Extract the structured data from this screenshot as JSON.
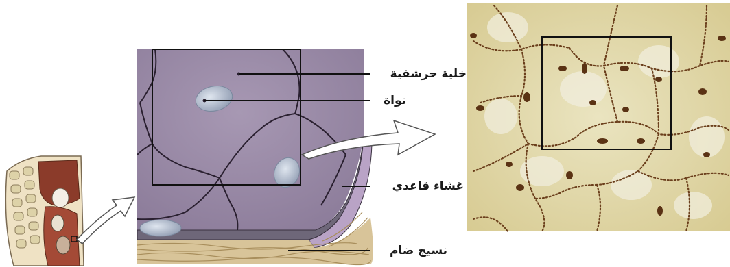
{
  "labels": {
    "squamous_cell": "خلية حرشفية",
    "nucleus": "نواة",
    "basement_membrane": "غشاء قاعدي",
    "connective_tissue": "نسيج ضام"
  },
  "colors": {
    "cell_fill": "#9d8fa8",
    "cell_border": "#2a2030",
    "nucleus_fill": "#b8c3d3",
    "membrane": "#6a6474",
    "connective": "#d8c499",
    "micro_bg": "#e4dcae",
    "micro_dots": "#6b3f1c",
    "arrow_fill": "#ffffff",
    "arrow_stroke": "#555555"
  },
  "icons": [
    "body-section-thumbnail",
    "arrow-icon",
    "micrograph-image"
  ]
}
